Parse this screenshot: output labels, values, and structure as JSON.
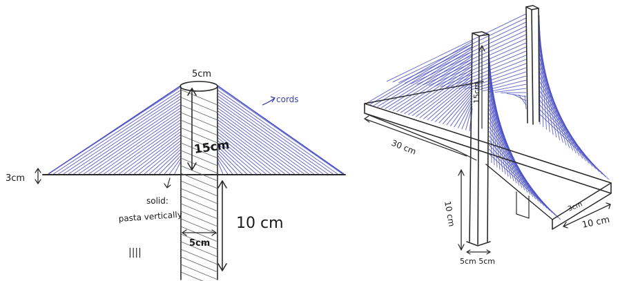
{
  "left": {
    "top_width": "5cm",
    "cords_label": "cords",
    "tower_height": "15cm",
    "deck_thickness": "3cm",
    "solid_label": "solid:",
    "pasta_label": "pasta vertically",
    "tally": "||||",
    "base_width": "5cm",
    "base_height": "10 cm"
  },
  "right": {
    "length": "30 cm",
    "tower_height": "15cm",
    "leg_height": "10 cm",
    "deck_thickness": "3cm",
    "width": "10 cm",
    "foot_label": "5cm 5cm"
  },
  "colors": {
    "cord": "#4a4fc4",
    "ink": "#2a2a2a"
  }
}
